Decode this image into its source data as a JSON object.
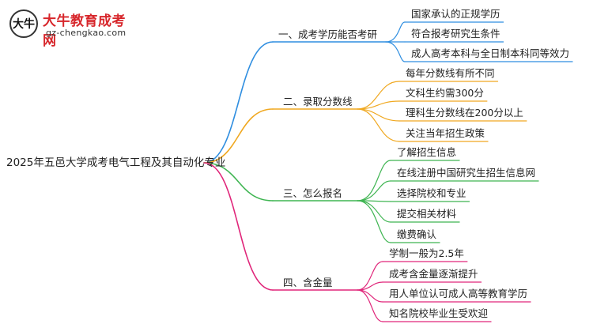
{
  "logo": {
    "mark": "大牛",
    "title": "大牛教育成考网",
    "subtitle": "gz-chengkao.com"
  },
  "root": "2025年五邑大学成考电气工程及其自动化专业",
  "colors": {
    "blue": "#2f8ee0",
    "orange": "#f0a820",
    "green": "#3fb552",
    "magenta": "#e0267a"
  },
  "branches": [
    {
      "label": "一、成考学历能否考研",
      "color": "blue",
      "children": [
        "国家承认的正规学历",
        "符合报考研究生条件",
        "成人高考本科与全日制本科同等效力"
      ]
    },
    {
      "label": "二、录取分数线",
      "color": "orange",
      "children": [
        "每年分数线有所不同",
        "文科生约需300分",
        "理科生分数线在200分以上",
        "关注当年招生政策"
      ]
    },
    {
      "label": "三、怎么报名",
      "color": "green",
      "children": [
        "了解招生信息",
        "在线注册中国研究生招生信息网",
        "选择院校和专业",
        "提交相关材料",
        "缴费确认"
      ]
    },
    {
      "label": "四、含金量",
      "color": "magenta",
      "children": [
        "学制一般为2.5年",
        "成考含金量逐渐提升",
        "用人单位认可成人高等教育学历",
        "知名院校毕业生受欢迎"
      ]
    }
  ]
}
